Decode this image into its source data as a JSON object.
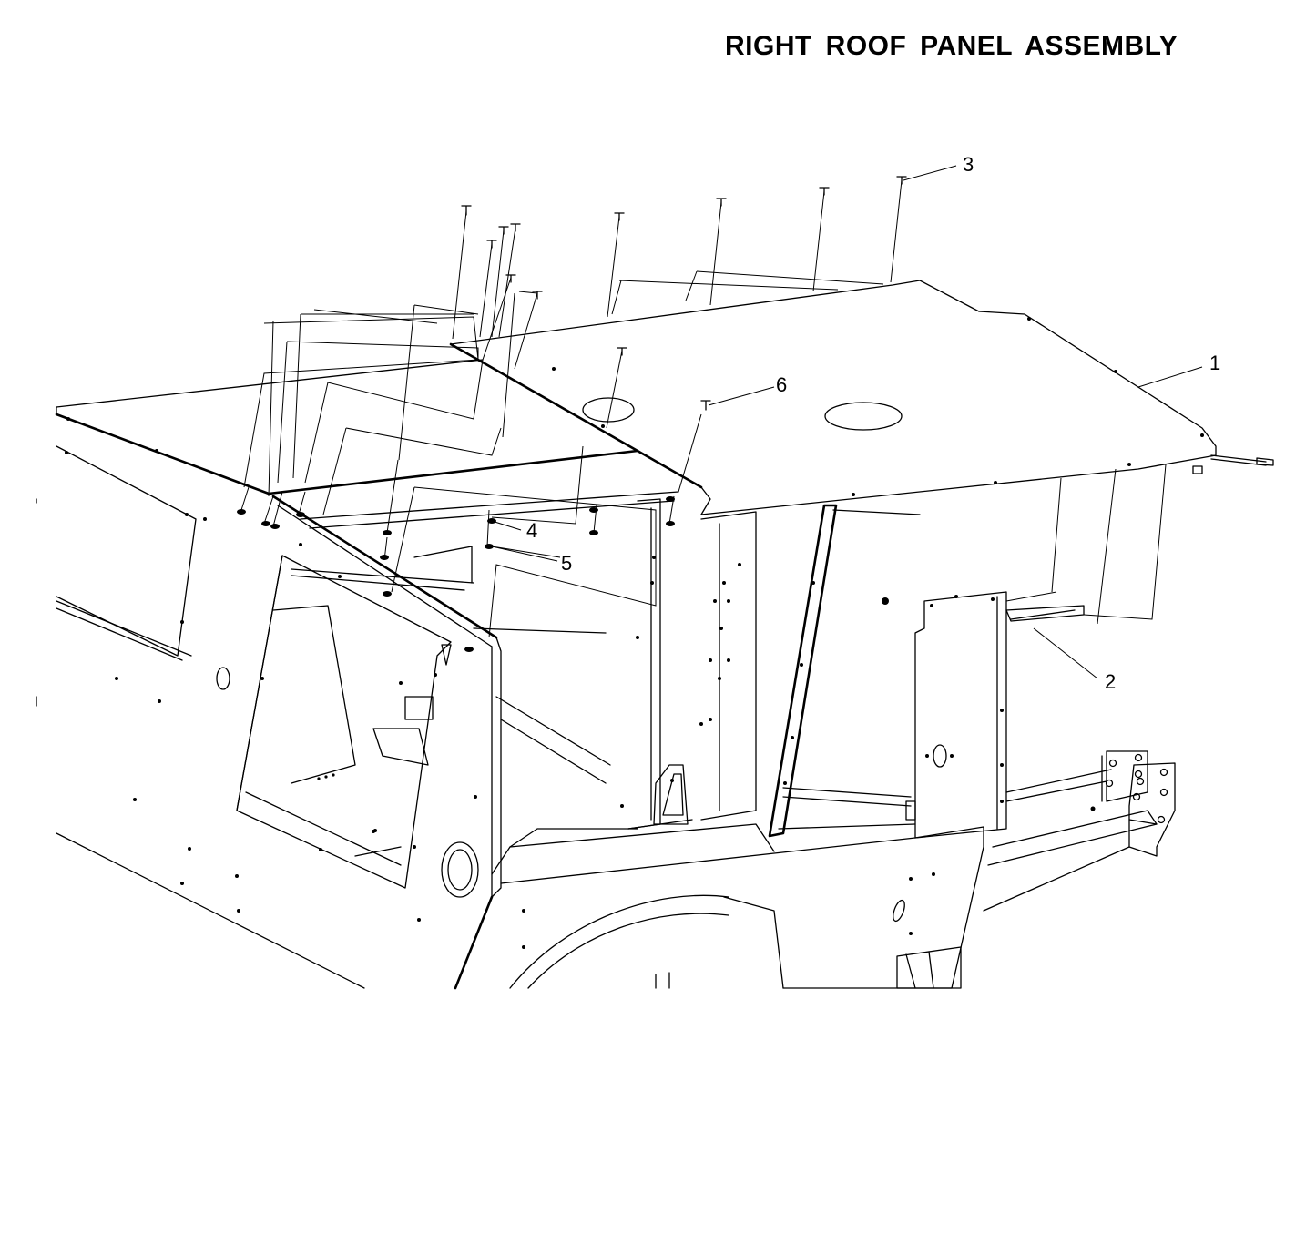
{
  "title": "RIGHT ROOF PANEL ASSEMBLY",
  "callouts": [
    {
      "id": "1",
      "label": "1"
    },
    {
      "id": "2",
      "label": "2"
    },
    {
      "id": "3",
      "label": "3"
    },
    {
      "id": "4",
      "label": "4"
    },
    {
      "id": "5",
      "label": "5"
    },
    {
      "id": "6",
      "label": "6"
    }
  ]
}
